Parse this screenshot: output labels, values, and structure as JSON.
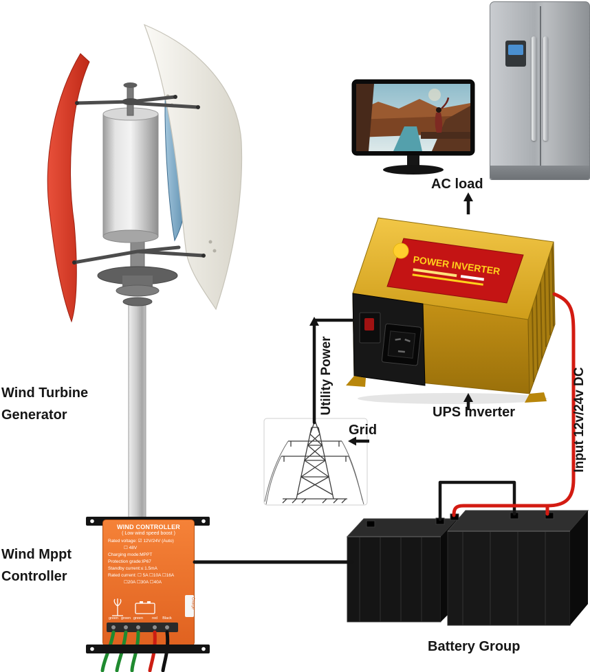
{
  "labels": {
    "turbine_line1": "Wind Turbine",
    "turbine_line2": "Generator",
    "mppt_line1": "Wind Mppt",
    "mppt_line2": "Controller",
    "ac_load": "AC load",
    "ups_inverter": "UPS Inverter",
    "grid": "Grid",
    "utility_power": "Utility Power",
    "input_dc": "Input 12v/24v DC",
    "battery_group": "Battery Group"
  },
  "controller": {
    "title": "WIND CONTROLLER",
    "subtitle": "( Low wind speed boost )",
    "spec_lines": [
      "Rated voltage: ☑ 12V/24V (Auto)",
      "☐ 48V",
      "Charging mode:MPPT",
      "Protection grade:IP67",
      "Standby current:≤ 1.5mA",
      "Rated current: ☐ 5A ☐10A ☐16A",
      "☐20A ☐30A ☐40A"
    ],
    "terminal_labels": [
      "green",
      "green",
      "green",
      "red",
      "Black"
    ],
    "charge_label": "Charge"
  },
  "inverter": {
    "sticker_text": "POWER INVERTER"
  },
  "colors": {
    "wire_black": "#141414",
    "wire_red": "#d31b12",
    "controller_orange": "#ee7028",
    "inverter_gold": "#d8a71f",
    "blade_red": "#d53826",
    "blade_white": "#f2f0e9",
    "blade_blue": "#6d9cba"
  }
}
